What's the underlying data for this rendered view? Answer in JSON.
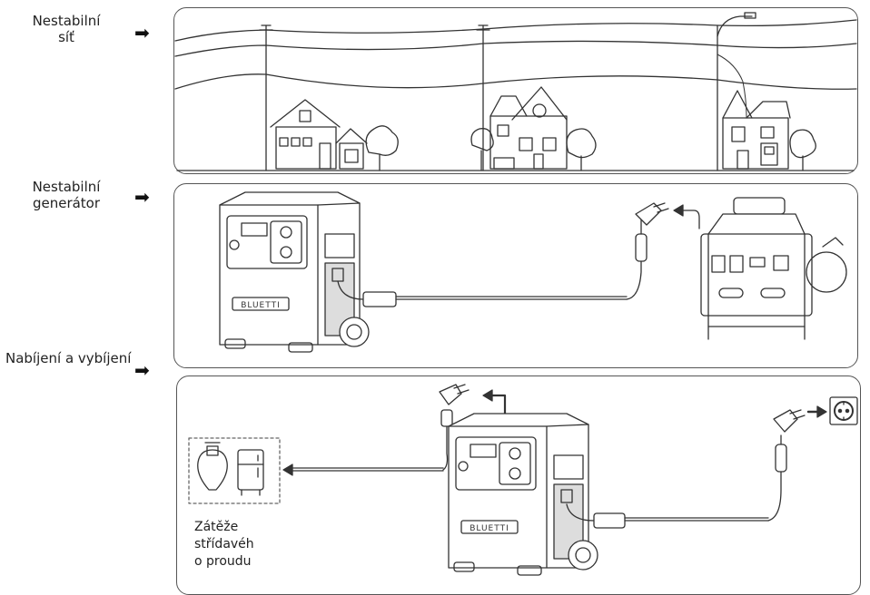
{
  "labels": {
    "grid": [
      "Nestabilní",
      "síť"
    ],
    "generator": [
      "Nestabilní",
      "generátor"
    ],
    "charge_discharge": "Nabíjení a vybíjení",
    "load": [
      "Zátěže",
      "střídavéh",
      "o proudu"
    ]
  },
  "brand": "BLUETTI",
  "icons": {
    "row_arrow": "right-arrow-icon",
    "outlet": "power-outlet-icon",
    "plug": "plug-icon",
    "lightbulb": "lightbulb-icon",
    "fridge": "refrigerator-icon"
  }
}
